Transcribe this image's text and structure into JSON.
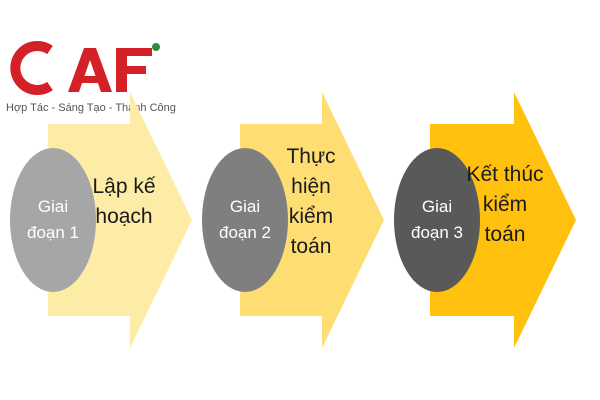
{
  "logo": {
    "letters": "CAF",
    "tagline": "Hợp Tác - Sáng Tạo - Thành Công",
    "red": "#d42027",
    "green": "#2e8b3e"
  },
  "phases": [
    {
      "circle_text": "Giai đoạn 1",
      "label": "Lập kế hoạch",
      "arrow_color": "#fdeca6",
      "circle_color": "#a6a6a6"
    },
    {
      "circle_text": "Giai đoạn 2",
      "label": "Thực hiện kiểm toán",
      "arrow_color": "#fede72",
      "circle_color": "#7f7f7f"
    },
    {
      "circle_text": "Giai đoạn 3",
      "label": "Kết thúc kiểm toán",
      "arrow_color": "#ffc00e",
      "circle_color": "#595959"
    }
  ]
}
